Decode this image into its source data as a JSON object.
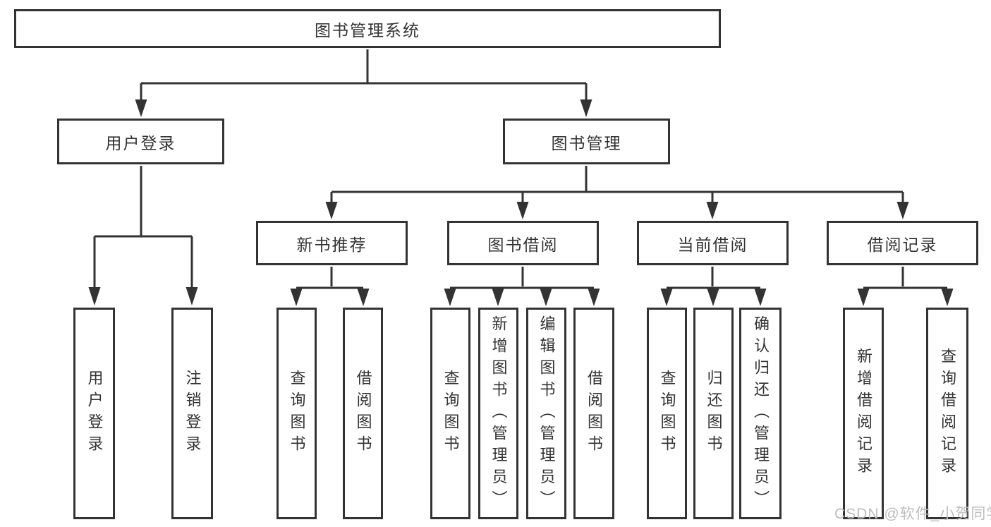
{
  "diagram": {
    "title": "图书管理系统",
    "level2": [
      "用户登录",
      "图书管理"
    ],
    "level3": [
      "新书推荐",
      "图书借阅",
      "当前借阅",
      "借阅记录"
    ],
    "leaves": [
      "用户登录",
      "注销登录",
      "查询图书",
      "借阅图书",
      "查询图书",
      "新增图书（管理员）",
      "编辑图书（管理员）",
      "借阅图书",
      "查询图书",
      "归还图书",
      "确认归还（管理员）",
      "新增借阅记录",
      "查询借阅记录"
    ]
  },
  "watermark": {
    "text": "CSDN @软件_小贺同学",
    "color": "#bdbdbd"
  },
  "colors": {
    "line": "#333333",
    "border": "#333333",
    "text": "#333333",
    "background": "#ffffff"
  }
}
